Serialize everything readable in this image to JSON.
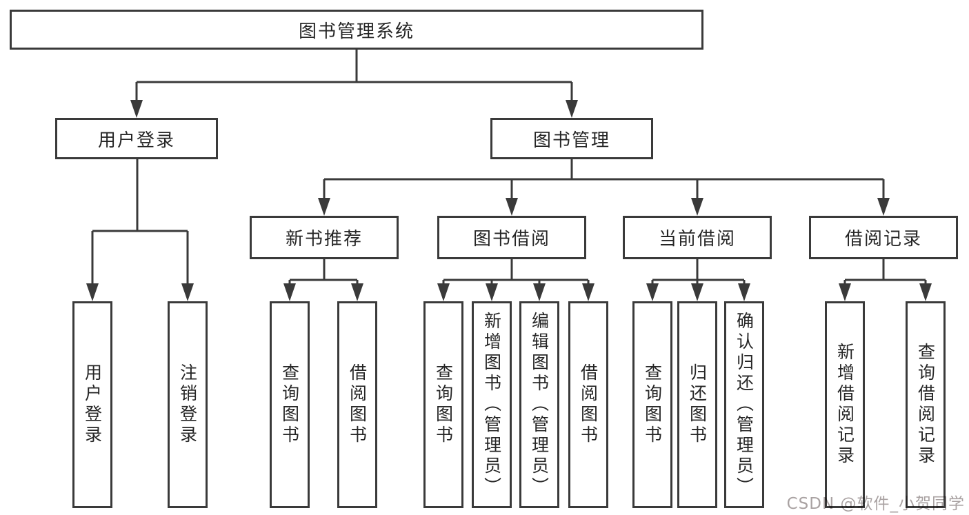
{
  "colors": {
    "line": "#3a3a3a",
    "border": "#3a3a3a",
    "text": "#262626",
    "background": "#ffffff",
    "watermark": "#a9a2a2"
  },
  "watermark": {
    "text": "CSDN @软件_小贺同学"
  },
  "nodes": {
    "root": {
      "label": "图书管理系统"
    },
    "user_login": {
      "label": "用户登录"
    },
    "book_mgmt": {
      "label": "图书管理"
    },
    "new_book": {
      "label": "新书推荐"
    },
    "book_borrow": {
      "label": "图书借阅"
    },
    "current": {
      "label": "当前借阅"
    },
    "records": {
      "label": "借阅记录"
    },
    "leaf_login": {
      "label": "用户登录"
    },
    "leaf_logout": {
      "label": "注销登录"
    },
    "leaf_nb_query": {
      "label": "查询图书"
    },
    "leaf_nb_borrow": {
      "label": "借阅图书"
    },
    "leaf_bw_query": {
      "label": "查询图书"
    },
    "leaf_bw_add": {
      "label": "新增图书（管理员）"
    },
    "leaf_bw_edit": {
      "label": "编辑图书（管理员）"
    },
    "leaf_bw_borrow": {
      "label": "借阅图书"
    },
    "leaf_cu_query": {
      "label": "查询图书"
    },
    "leaf_cu_return": {
      "label": "归还图书"
    },
    "leaf_cu_confirm": {
      "label": "确认归还（管理员）"
    },
    "leaf_rc_add": {
      "label": "新增借阅记录"
    },
    "leaf_rc_query": {
      "label": "查询借阅记录"
    }
  }
}
